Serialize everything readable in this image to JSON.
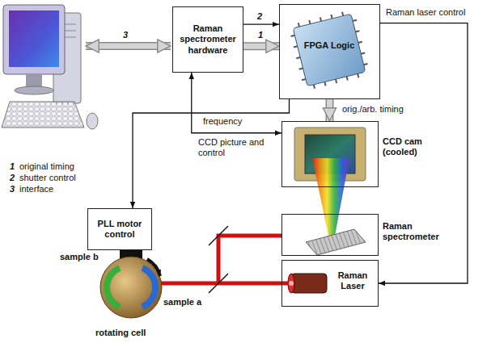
{
  "diagram": {
    "nodes": [
      {
        "text": [
          "Raman spectrometer hardware"
        ]
      },
      {
        "text": [
          "FPGA Logic"
        ]
      },
      {
        "text": [
          "CCD cam (cooled)"
        ]
      },
      {
        "text": [
          "PLL motor control"
        ]
      },
      {
        "text": [
          "Raman spectrometer"
        ]
      },
      {
        "text": [
          "Raman Laser"
        ]
      }
    ],
    "edges": [
      {
        "from": 0,
        "to": 1,
        "arrow": "to",
        "label": "2"
      },
      {
        "from": 0,
        "to": 1,
        "arrow": "to",
        "label": "1"
      },
      {
        "from": 1,
        "to": 3,
        "arrow": "to",
        "label": "frequency"
      },
      {
        "from": 1,
        "to": 2,
        "arrow": "to",
        "label": "orig./arb. timing"
      },
      {
        "from": 1,
        "to": 5,
        "arrow": "to",
        "label": "Raman laser control"
      },
      {
        "from": 2,
        "to": 0,
        "arrow": "both",
        "label": "CCD picture and control"
      }
    ],
    "labels": [
      "3",
      "1",
      "original timing",
      "2",
      "shutter control",
      "3",
      "interface",
      "sample b",
      "sample a",
      "rotating cell"
    ]
  }
}
